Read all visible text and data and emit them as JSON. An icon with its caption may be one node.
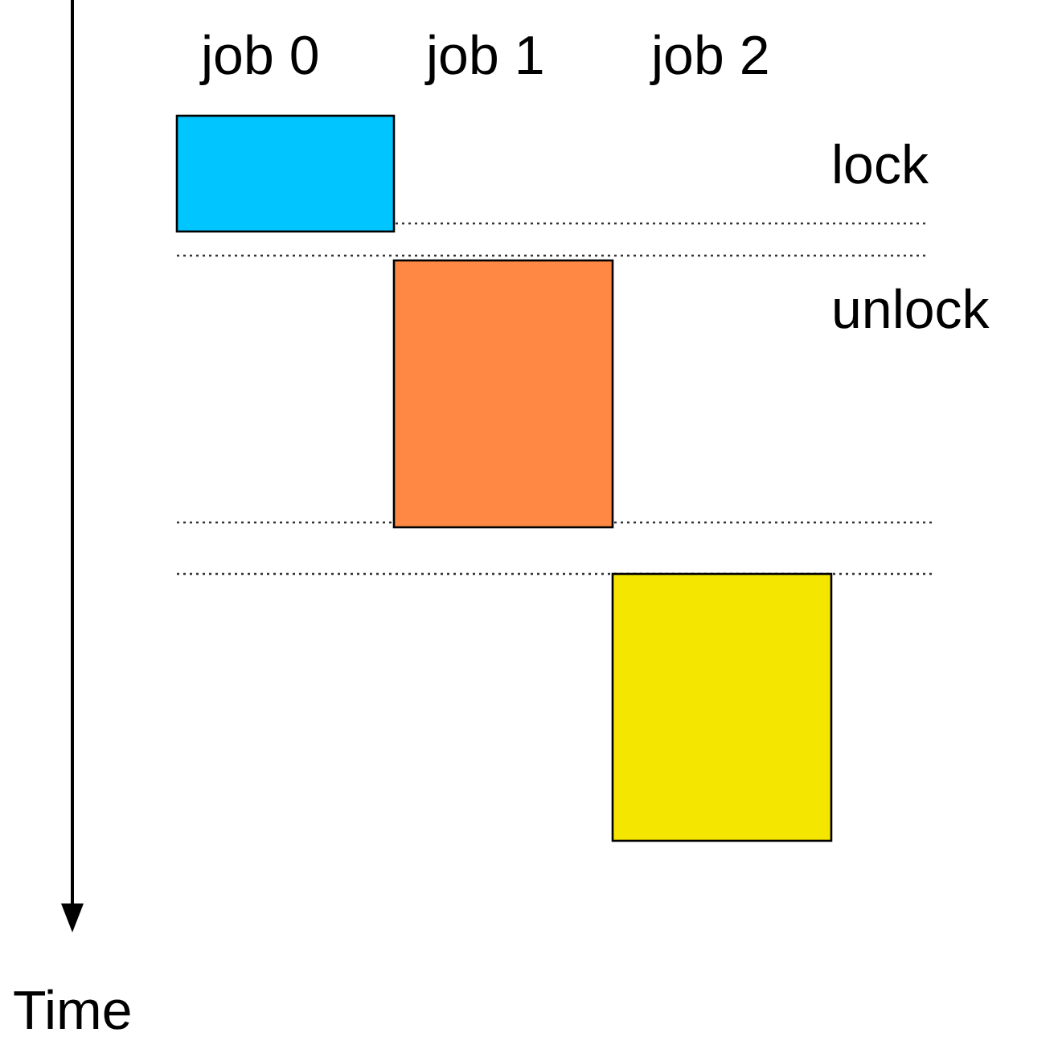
{
  "diagram": {
    "nodes": [
      {
        "text": [],
        "shape": "bar"
      },
      {
        "text": [],
        "shape": "bar"
      },
      {
        "text": [],
        "shape": "bar"
      }
    ],
    "labels": [
      "job 0",
      "job 1",
      "job 2",
      "lock",
      "unlock",
      "Time"
    ]
  }
}
